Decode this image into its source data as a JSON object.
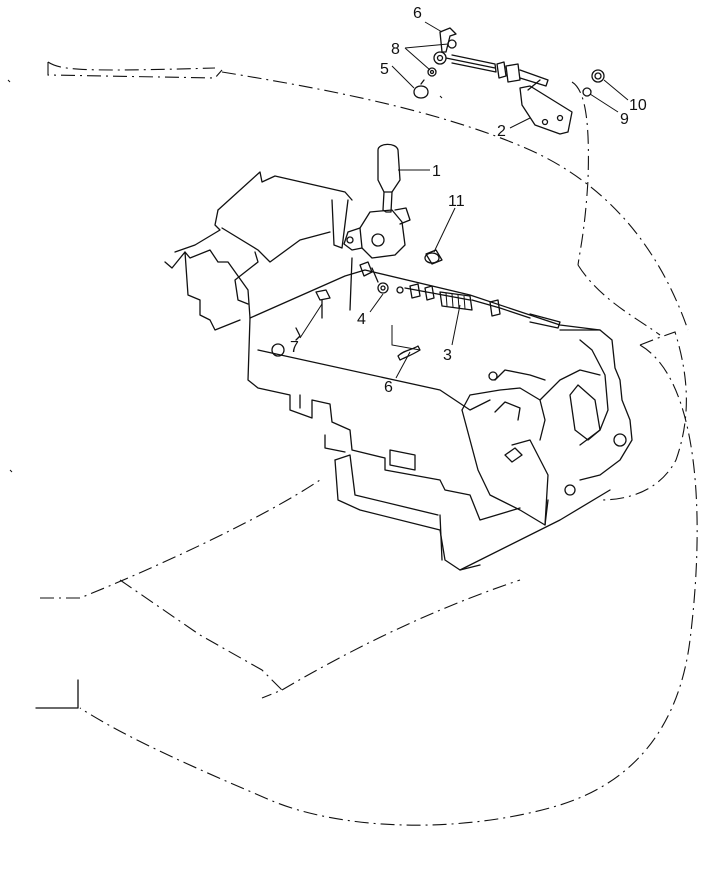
{
  "callouts": [
    {
      "id": "c1",
      "text": "1"
    },
    {
      "id": "c2",
      "text": "2"
    },
    {
      "id": "c3",
      "text": "3"
    },
    {
      "id": "c4",
      "text": "4"
    },
    {
      "id": "c5",
      "text": "5"
    },
    {
      "id": "c6a",
      "text": "6"
    },
    {
      "id": "c6b",
      "text": "6"
    },
    {
      "id": "c7",
      "text": "7"
    },
    {
      "id": "c8",
      "text": "8"
    },
    {
      "id": "c9",
      "text": "9"
    },
    {
      "id": "c10",
      "text": "10"
    },
    {
      "id": "c11",
      "text": "11"
    }
  ],
  "colors": {
    "ink": "#111111",
    "paper": "#ffffff"
  }
}
